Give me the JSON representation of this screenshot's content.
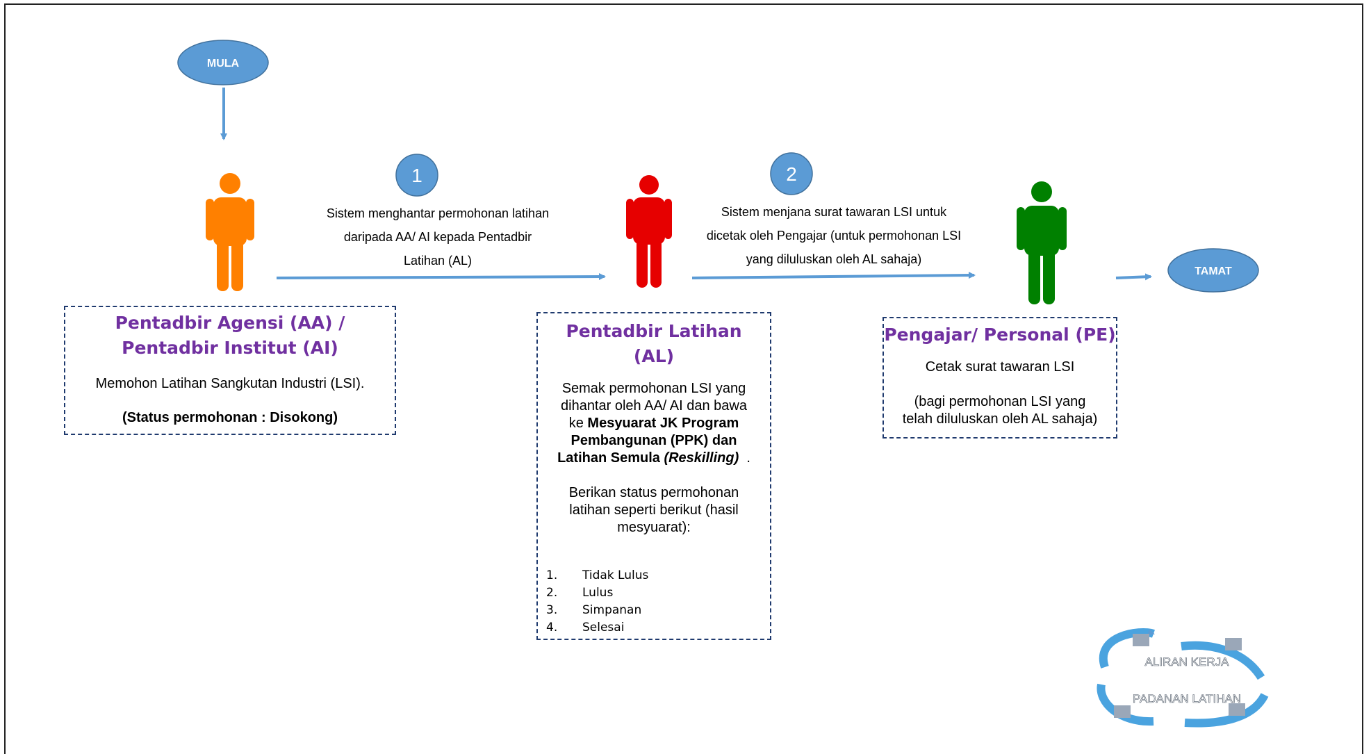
{
  "start": {
    "label": "MULA"
  },
  "end": {
    "label": "TAMAT"
  },
  "colors": {
    "blue": "#5b9bd5",
    "orange": "#ff8000",
    "red": "#e60000",
    "green": "#008000",
    "purple": "#7030a0"
  },
  "steps": [
    {
      "number": "1",
      "lines": [
        "Sistem menghantar permohonan latihan",
        "daripada AA/ AI kepada Pentadbir",
        "Latihan (AL)"
      ]
    },
    {
      "number": "2",
      "lines": [
        "Sistem menjana surat tawaran LSI untuk",
        "dicetak oleh Pengajar (untuk permohonan LSI",
        "yang diluluskan oleh AL sahaja)"
      ]
    }
  ],
  "actors": [
    {
      "figure_color": "orange",
      "title_lines": [
        "Pentadbir Agensi (AA) /",
        "Pentadbir Institut (AI)"
      ],
      "text": "Memohon Latihan Sangkutan Industri (LSI).",
      "status": "(Status permohonan : Disokong)"
    },
    {
      "figure_color": "red",
      "title_lines": [
        "Pentadbir Latihan",
        "(AL)"
      ],
      "para1_lines": [
        "Semak permohonan LSI yang",
        "dihantar oleh AA/ AI dan bawa"
      ],
      "para1_ke": "ke",
      "para1_bold_lines": [
        "Mesyuarat JK Program",
        "Pembangunan (PPK) dan"
      ],
      "para1_bold_last": "Latihan Semula",
      "para1_italic": "(Reskilling)",
      "para1_end": ".",
      "para2_lines": [
        "Berikan status permohonan",
        "latihan seperti berikut (hasil",
        "mesyuarat):"
      ],
      "options": [
        {
          "num": "1.",
          "label": "Tidak Lulus"
        },
        {
          "num": "2.",
          "label": "Lulus"
        },
        {
          "num": "3.",
          "label": "Simpanan"
        },
        {
          "num": "4.",
          "label": "Selesai"
        }
      ]
    },
    {
      "figure_color": "green",
      "title_lines": [
        "Pengajar/ Personal (PE)"
      ],
      "text": "Cetak surat tawaran LSI",
      "note_lines": [
        "(bagi permohonan LSI yang",
        "telah diluluskan oleh AL sahaja)"
      ]
    }
  ],
  "logo": {
    "top": "ALIRAN KERJA",
    "bottom": "PADANAN LATIHAN"
  }
}
